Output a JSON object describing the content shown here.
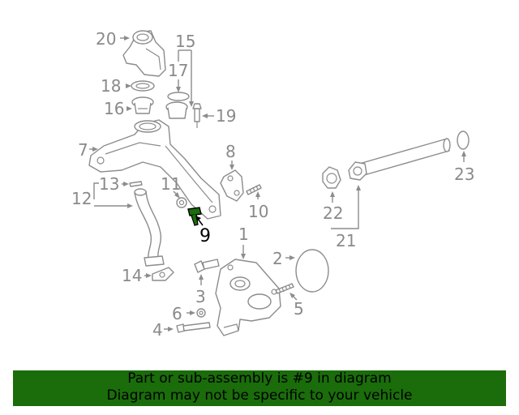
{
  "diagram": {
    "callouts": [
      "1",
      "2",
      "3",
      "4",
      "5",
      "6",
      "7",
      "8",
      "9",
      "10",
      "11",
      "12",
      "13",
      "14",
      "15",
      "16",
      "17",
      "18",
      "19",
      "20",
      "21",
      "22",
      "23"
    ],
    "highlighted_callout": "9",
    "highlight_color": "#1a6d0a"
  },
  "banner": {
    "line1": "Part or sub-assembly is #9 in diagram",
    "line2": "Diagram may not be specific to your vehicle",
    "background": "#1a6d0a"
  }
}
